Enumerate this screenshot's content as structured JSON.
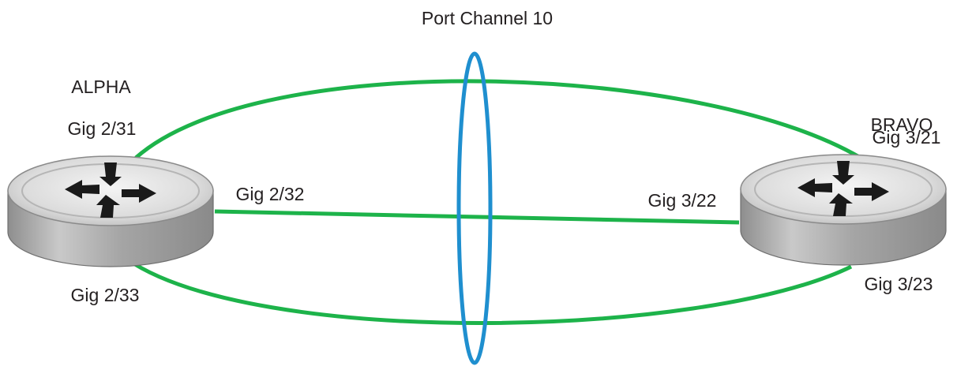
{
  "title": "Port Channel 10",
  "devices": {
    "alpha": {
      "name": "ALPHA",
      "ports": {
        "top": "Gig 2/31",
        "middle": "Gig 2/32",
        "bottom": "Gig 2/33"
      }
    },
    "bravo": {
      "name": "BRAVO",
      "ports": {
        "top": "Gig 3/21",
        "middle": "Gig 3/22",
        "bottom": "Gig 3/23"
      }
    }
  },
  "icons": {
    "router": "router-icon"
  },
  "colors": {
    "link": "#1db34a",
    "port_channel": "#1f8fcf",
    "router_body": "#a8a8a8",
    "router_top": "#e6e6e6",
    "arrows": "#1a1a1a",
    "text": "#231f20"
  }
}
